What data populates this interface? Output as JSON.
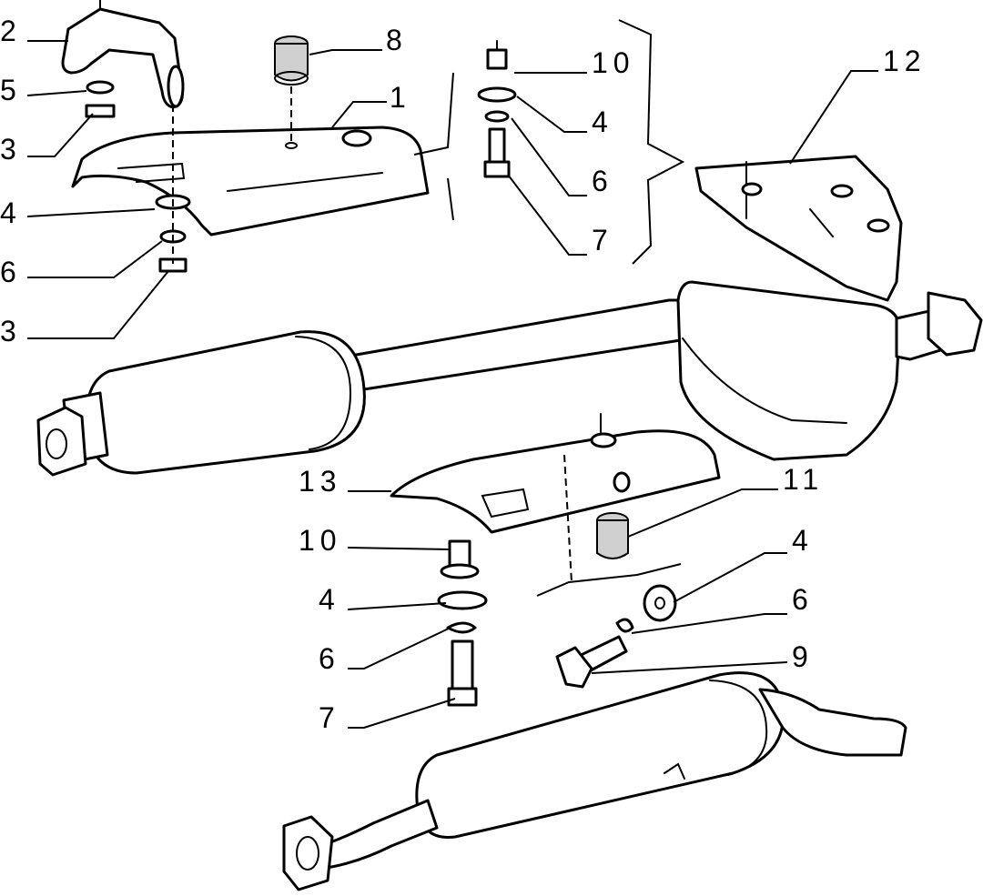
{
  "callouts": {
    "top_left": {
      "c2": "2",
      "c5": "5",
      "c3a": "3",
      "c4": "4",
      "c6": "6",
      "c3b": "3",
      "c1": "1",
      "c8": "8"
    },
    "top_right": {
      "c10": "10",
      "c4": "4",
      "c6": "6",
      "c7": "7",
      "c12": "12"
    },
    "bottom": {
      "c13": "13",
      "c10": "10",
      "c4a": "4",
      "c6a": "6",
      "c7": "7",
      "c11": "11",
      "c4b": "4",
      "c6b": "6",
      "c9": "9"
    }
  }
}
